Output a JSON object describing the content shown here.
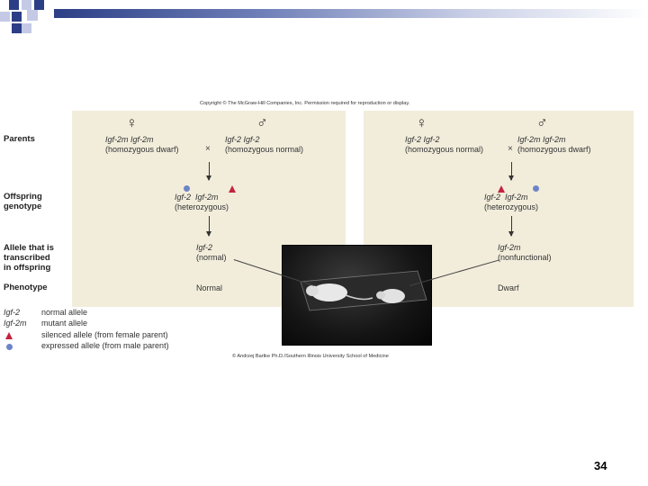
{
  "copyright": "Copyright © The McGraw-Hill Companies, Inc. Permission required for reproduction or display.",
  "row_labels": {
    "parents": "Parents",
    "offspring_1": "Offspring",
    "offspring_2": "genotype",
    "allele_1": "Allele that is",
    "allele_2": "transcribed",
    "allele_3": "in offspring",
    "phenotype": "Phenotype"
  },
  "symbols": {
    "female": "♀",
    "male": "♂",
    "cross": "×"
  },
  "left_panel": {
    "female_genotype": "Igf-2m Igf-2m",
    "female_desc": "(homozygous dwarf)",
    "male_genotype": "Igf-2 Igf-2",
    "male_desc": "(homozygous normal)",
    "offspring_a": "Igf-2",
    "offspring_b": "Igf-2m",
    "offspring_desc": "(heterozygous)",
    "allele": "Igf-2",
    "allele_desc": "(normal)",
    "phenotype": "Normal"
  },
  "right_panel": {
    "female_genotype": "Igf-2 Igf-2",
    "female_desc": "(homozygous normal)",
    "male_genotype": "Igf-2m Igf-2m",
    "male_desc": "(homozygous dwarf)",
    "offspring_a": "Igf-2",
    "offspring_b": "Igf-2m",
    "offspring_desc": "(heterozygous)",
    "allele": "Igf-2m",
    "allele_desc": "(nonfunctional)",
    "phenotype": "Dwarf"
  },
  "legend": {
    "k1": "Igf-2",
    "v1": "normal allele",
    "k2": "Igf-2m",
    "v2": "mutant allele",
    "v3": "silenced allele (from female parent)",
    "v4": "expressed allele (from male parent)"
  },
  "colors": {
    "silenced": "#c4223f",
    "expressed": "#6d84c8",
    "panel": "#f2eddb"
  },
  "photo_credit": "© Andrzej Bartke Ph.D./Southern Illinois University School of Medicine",
  "page_number": "34"
}
